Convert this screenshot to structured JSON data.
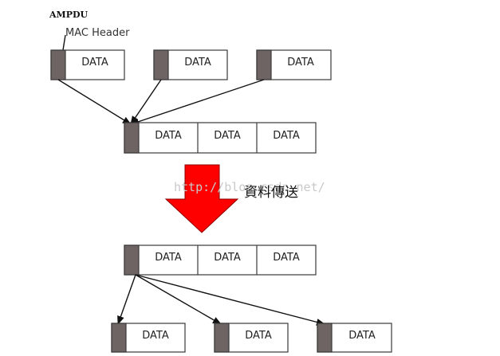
{
  "labels": {
    "ampdu": "AMPDU",
    "mac_header": "MAC Header",
    "caption": "資料傳送",
    "watermark": "http://blog.csdn.net/"
  },
  "frames": {
    "data_label": "DATA"
  },
  "colors": {
    "header_fill": "#6f6464",
    "big_arrow": "#ff0000"
  }
}
